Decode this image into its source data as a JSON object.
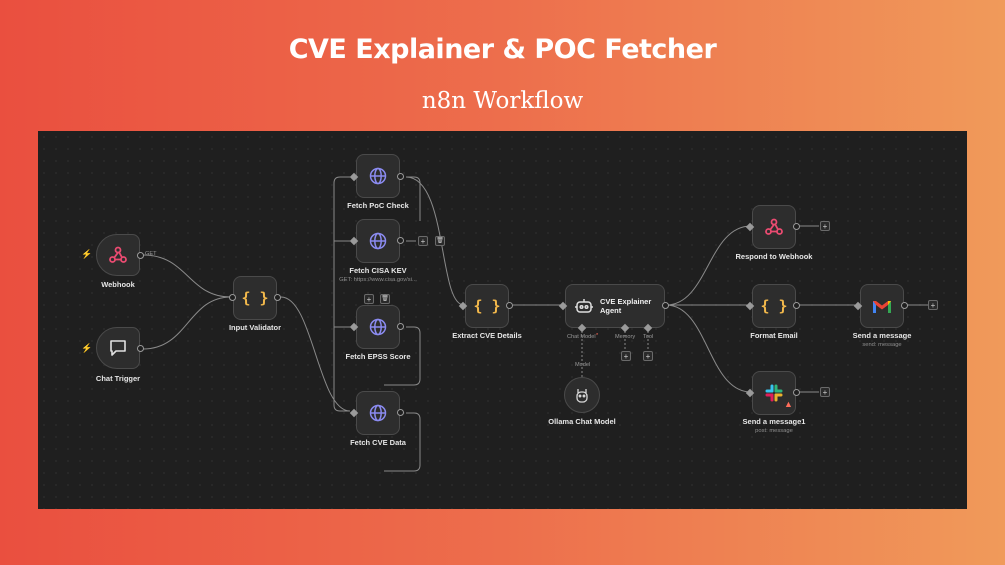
{
  "header": {
    "title": "CVE Explainer & POC Fetcher",
    "subtitle": "n8n Workflow"
  },
  "nodes": {
    "webhook": {
      "label": "Webhook",
      "method": "GET",
      "icon": "webhook-icon"
    },
    "chat_trigger": {
      "label": "Chat Trigger",
      "icon": "chat-icon"
    },
    "input_validator": {
      "label": "Input Validator",
      "icon": "code-braces-icon"
    },
    "fetch_poc": {
      "label": "Fetch PoC Check",
      "icon": "globe-icon"
    },
    "fetch_cisa": {
      "label": "Fetch CISA KEV",
      "sublabel": "GET: https://www.cisa.gov/si...",
      "icon": "globe-icon"
    },
    "fetch_epss": {
      "label": "Fetch EPSS Score",
      "icon": "globe-icon"
    },
    "fetch_cve": {
      "label": "Fetch CVE Data",
      "icon": "globe-icon"
    },
    "extract": {
      "label": "Extract CVE Details",
      "icon": "code-braces-icon"
    },
    "agent": {
      "title": "CVE Explainer",
      "title2": "Agent",
      "icon": "robot-icon",
      "ports": {
        "chat_model": "Chat Model",
        "required": "*",
        "memory": "Memory",
        "tool": "Tool"
      },
      "model_link": "Model"
    },
    "ollama": {
      "label": "Ollama Chat Model",
      "icon": "ollama-icon"
    },
    "respond": {
      "label": "Respond to Webhook",
      "icon": "webhook-icon"
    },
    "format_email": {
      "label": "Format Email",
      "icon": "code-braces-icon"
    },
    "send_gmail": {
      "label": "Send a message",
      "sublabel": "send: message",
      "icon": "gmail-icon"
    },
    "send_slack": {
      "label": "Send a message1",
      "sublabel": "post: message",
      "icon": "slack-icon"
    }
  },
  "controls": {
    "add": "+",
    "delete": "🗑"
  },
  "colors": {
    "accent": "#ff6d5a",
    "globe": "#8b8bf0",
    "braces": "#f2b84b",
    "canvas": "#1f1f1f"
  }
}
